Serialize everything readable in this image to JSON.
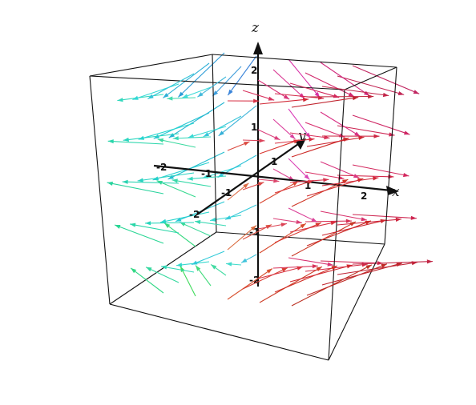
{
  "figure": {
    "type": "3d-vector-field",
    "axes": {
      "x": {
        "name": "x",
        "ticks": [
          "-2",
          "-1",
          "1",
          "2"
        ]
      },
      "y": {
        "name": "y",
        "ticks": [
          "-2",
          "-1",
          "1"
        ]
      },
      "z": {
        "name": "z",
        "ticks": [
          "-2",
          "-1",
          "1",
          "2"
        ]
      }
    },
    "range": [
      -2,
      2
    ],
    "colors": {
      "axis": "#111111",
      "box": "#111111",
      "positive_x_arrows": "#a01c2c",
      "negative_x_arrows": "#4fd66a",
      "positive_z_arrows": "#2f6fd6",
      "negative_z_arrows": "#e06a5a"
    }
  }
}
